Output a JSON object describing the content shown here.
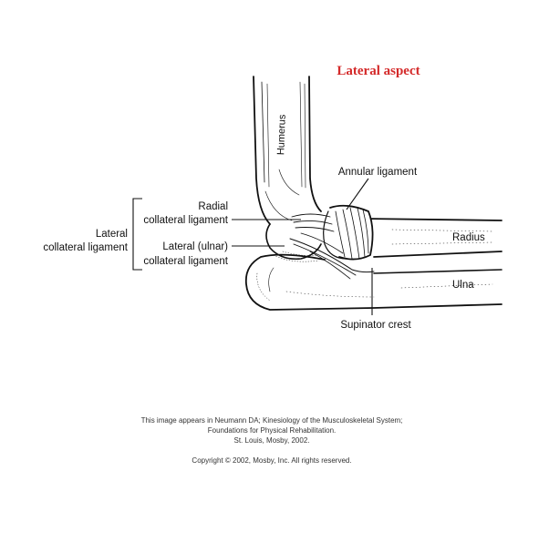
{
  "figure": {
    "title": "Lateral aspect",
    "title_color": "#d42a2a",
    "label_color": "#111111"
  },
  "labels": {
    "humerus": "Humerus",
    "annular_ligament": "Annular ligament",
    "radial_line1": "Radial",
    "radial_line2": "collateral ligament",
    "lateral_ulnar_line1": "Lateral (ulnar)",
    "lateral_ulnar_line2": "collateral ligament",
    "lateral_group_line1": "Lateral",
    "lateral_group_line2": "collateral ligament",
    "radius": "Radius",
    "ulna": "Ulna",
    "supinator_crest": "Supinator crest"
  },
  "credits": {
    "line1": "This image appears in Neumann DA; Kinesiology of the Musculoskeletal System;",
    "line2": "Foundations for Physical Rehabilitation.",
    "line3": "St. Louis, Mosby, 2002.",
    "copyright": "Copyright © 2002, Mosby, Inc. All rights reserved."
  }
}
